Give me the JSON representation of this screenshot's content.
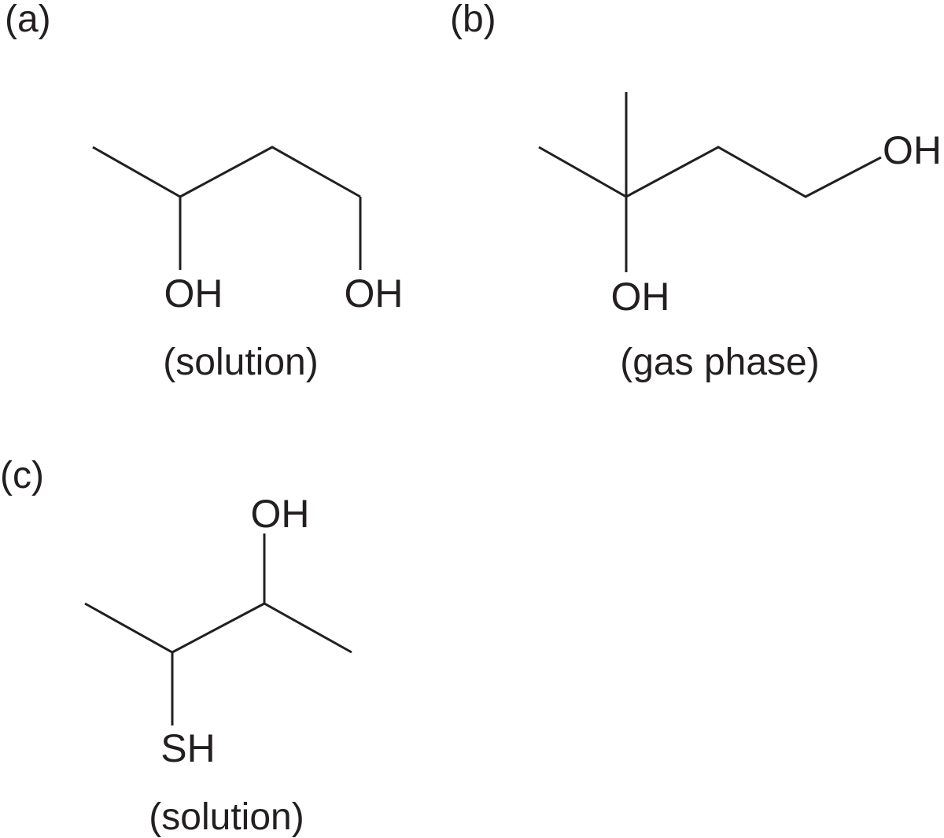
{
  "panels": {
    "a": {
      "label": "(a)",
      "caption": "(solution)",
      "groups": [
        "OH",
        "OH"
      ]
    },
    "b": {
      "label": "(b)",
      "caption": "(gas phase)",
      "groups": [
        "OH",
        "OH"
      ]
    },
    "c": {
      "label": "(c)",
      "caption": "(solution)",
      "groups": [
        "OH",
        "SH"
      ]
    }
  },
  "colors": {
    "ink": "#231f20",
    "background": "#ffffff"
  }
}
